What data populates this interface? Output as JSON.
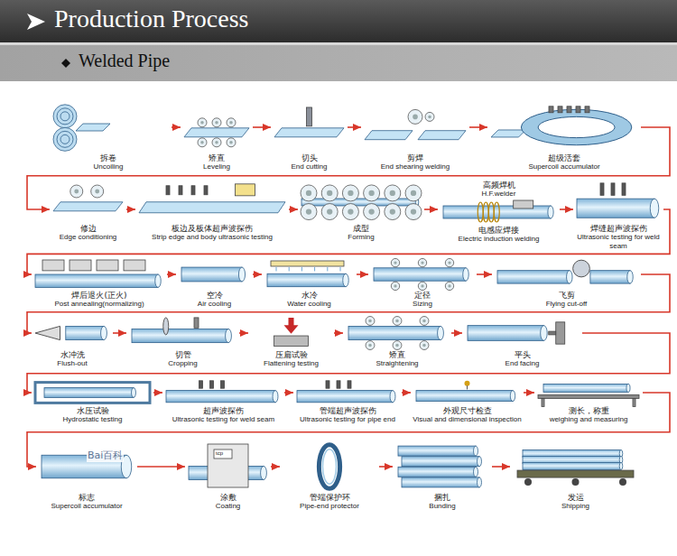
{
  "diagram": {
    "title": "Production Process",
    "nodes": [
      {
        "text": [
          "拆卷",
          "Uncoiling"
        ]
      },
      {
        "text": [
          "矫直",
          "Leveling"
        ]
      },
      {
        "text": [
          "切头",
          "End cutting"
        ]
      },
      {
        "text": [
          "剪焊",
          "End shearing welding"
        ]
      },
      {
        "text": [
          "超级活套",
          "Supercoil accumulator"
        ]
      },
      {
        "text": [
          "修边",
          "Edge conditioning"
        ]
      },
      {
        "text": [
          "板边及板体超声波探伤",
          "Strip edge and body ultrasonic testing"
        ]
      },
      {
        "text": [
          "成型",
          "Forming"
        ]
      },
      {
        "text": [
          "高频焊机",
          "H.F.welder",
          "电感应焊接",
          "Electric induction welding"
        ]
      },
      {
        "text": [
          "焊缝超声波探伤",
          "Ultrasonic testing for weld seam"
        ]
      },
      {
        "text": [
          "焊后退火(正火)",
          "Post annealing(normalizing)"
        ]
      },
      {
        "text": [
          "空冷",
          "Air cooling"
        ]
      },
      {
        "text": [
          "水冷",
          "Water cooling"
        ]
      },
      {
        "text": [
          "定径",
          "Sizing"
        ]
      },
      {
        "text": [
          "飞剪",
          "Flying cut-off"
        ]
      },
      {
        "text": [
          "水冲洗",
          "Flush-out"
        ]
      },
      {
        "text": [
          "切管",
          "Cropping"
        ]
      },
      {
        "text": [
          "压扁试验",
          "Flattening testing"
        ]
      },
      {
        "text": [
          "矫直",
          "Straightening"
        ]
      },
      {
        "text": [
          "平头",
          "End facing"
        ]
      },
      {
        "text": [
          "水压试验",
          "Hydrostatic testing"
        ]
      },
      {
        "text": [
          "超声波探伤",
          "Ultrasonic testing for weld seam"
        ]
      },
      {
        "text": [
          "管端超声波探伤",
          "Ultrasonic testing for pipe end"
        ]
      },
      {
        "text": [
          "外观尺寸检查",
          "Visual and dimensional inspection"
        ]
      },
      {
        "text": [
          "测长，称重",
          "weighing and measuring"
        ]
      },
      {
        "text": [
          "标志",
          "Supercoil accumulator"
        ]
      },
      {
        "text": [
          "涂敷",
          "Coating"
        ]
      },
      {
        "text": [
          "管端保护环",
          "Pipe-end protector"
        ]
      },
      {
        "text": [
          "捆扎",
          "Bunding"
        ]
      },
      {
        "text": [
          "发运",
          "Shipping"
        ]
      }
    ],
    "edges": [
      {
        "from": 0,
        "to": 1,
        "arrow": "to"
      },
      {
        "from": 1,
        "to": 2,
        "arrow": "to"
      },
      {
        "from": 2,
        "to": 3,
        "arrow": "to"
      },
      {
        "from": 3,
        "to": 4,
        "arrow": "to"
      },
      {
        "from": 4,
        "to": 5,
        "arrow": "to"
      },
      {
        "from": 5,
        "to": 6,
        "arrow": "to"
      },
      {
        "from": 6,
        "to": 7,
        "arrow": "to"
      },
      {
        "from": 7,
        "to": 8,
        "arrow": "to"
      },
      {
        "from": 8,
        "to": 9,
        "arrow": "to"
      },
      {
        "from": 9,
        "to": 10,
        "arrow": "to"
      },
      {
        "from": 10,
        "to": 11,
        "arrow": "to"
      },
      {
        "from": 11,
        "to": 12,
        "arrow": "to"
      },
      {
        "from": 12,
        "to": 13,
        "arrow": "to"
      },
      {
        "from": 13,
        "to": 14,
        "arrow": "to"
      },
      {
        "from": 14,
        "to": 15,
        "arrow": "to"
      },
      {
        "from": 15,
        "to": 16,
        "arrow": "to"
      },
      {
        "from": 16,
        "to": 17,
        "arrow": "to"
      },
      {
        "from": 17,
        "to": 18,
        "arrow": "to"
      },
      {
        "from": 18,
        "to": 19,
        "arrow": "to"
      },
      {
        "from": 19,
        "to": 20,
        "arrow": "to"
      },
      {
        "from": 20,
        "to": 21,
        "arrow": "to"
      },
      {
        "from": 21,
        "to": 22,
        "arrow": "to"
      },
      {
        "from": 22,
        "to": 23,
        "arrow": "to"
      },
      {
        "from": 23,
        "to": 24,
        "arrow": "to"
      },
      {
        "from": 24,
        "to": 25,
        "arrow": "to"
      },
      {
        "from": 25,
        "to": 26,
        "arrow": "to"
      },
      {
        "from": 26,
        "to": 27,
        "arrow": "to"
      },
      {
        "from": 27,
        "to": 28,
        "arrow": "to"
      },
      {
        "from": 28,
        "to": 29,
        "arrow": "to"
      }
    ],
    "labels": [
      "Welded Pipe",
      "Bai百科",
      "tcp"
    ]
  }
}
